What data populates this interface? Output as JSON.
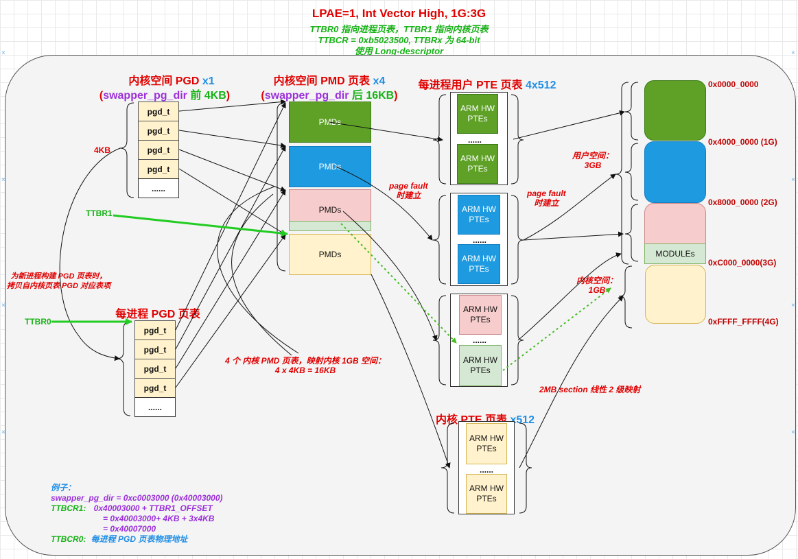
{
  "title": "LPAE=1, Int Vector High, 1G:3G",
  "subtitle_lines": [
    "TTBR0 指向进程页表，TTBR1 指向内核页表",
    "TTBCR = 0xb5023500, TTBRx 为 64-bit",
    "使用 Long-descriptor"
  ],
  "kernel_pgd": {
    "title_red": "内核空间 PGD",
    "title_blue": "x1",
    "sub_open": "(",
    "sub_purple": "swapper_pg_dir",
    "sub_green": " 前 4KB",
    "sub_close": ")",
    "size_label": "4KB",
    "entries": [
      "pgd_t",
      "pgd_t",
      "pgd_t",
      "pgd_t"
    ],
    "more": "......"
  },
  "kernel_pmd": {
    "title_red": "内核空间 PMD 页表",
    "title_blue": "x4",
    "sub_open": "(",
    "sub_purple": "swapper_pg_dir",
    "sub_green": " 后 16KB",
    "sub_close": ")",
    "blocks": [
      "PMDs",
      "PMDs",
      "PMDs",
      "PMDs"
    ]
  },
  "user_pte": {
    "title_red": "每进程用户 PTE 页表",
    "title_blue": "4x512",
    "groups": [
      {
        "top": "ARM HW PTEs",
        "bottom": "ARM HW PTEs",
        "dots": "......"
      },
      {
        "top": "ARM HW PTEs",
        "bottom": "ARM HW PTEs",
        "dots": "......"
      },
      {
        "top": "ARM HW PTEs",
        "bottom": "ARM HW PTEs",
        "dots": "......"
      }
    ]
  },
  "kernel_pte": {
    "title_red": "内核 PTE 页表",
    "title_blue": "x512",
    "top": "ARM HW PTEs",
    "bottom": "ARM HW PTEs",
    "dots": "......"
  },
  "process_pgd": {
    "title": "每进程 PGD 页表",
    "entries": [
      "pgd_t",
      "pgd_t",
      "pgd_t",
      "pgd_t"
    ],
    "more": "......"
  },
  "memory": {
    "addresses": [
      "0x0000_0000",
      "0x4000_0000 (1G)",
      "0x8000_0000 (2G)",
      "0xC000_0000(3G)",
      "0xFFFF_FFFF(4G)"
    ],
    "modules_label": "MODULEs",
    "user_space": [
      "用户空间：",
      "3GB"
    ],
    "kernel_space": [
      "内核空间：",
      "1GB"
    ]
  },
  "labels": {
    "ttbr1": "TTBR1",
    "ttbr0": "TTBR0",
    "pf_left": [
      "page fault",
      "时建立"
    ],
    "pf_right": [
      "page fault",
      "时建立"
    ],
    "copy_note": [
      "为新进程构建 PGD 页表时，",
      "拷贝自内核页表 PGD 对应表项"
    ],
    "pmd_note": [
      "4 个 内核 PMD 页表，映射内核 1GB 空间：",
      "4 x 4KB = 16KB"
    ],
    "section_note": "2MB section 线性 2 级映射"
  },
  "example": {
    "heading": "例子：",
    "line1": "swapper_pg_dir = 0xc0003000 (0x40003000)",
    "line2_label": "TTBCR1:",
    "line2_value": "0x40003000 + TTBR1_OFFSET",
    "line3": "= 0x40003000+ 4KB + 3x4KB",
    "line4": "= 0x40007000",
    "line5_label": "TTBCR0:",
    "line5_value": "每进程  PGD 页表物理地址"
  },
  "colors": {
    "title_red": "#e00000",
    "accent_green": "#17b217",
    "accent_blue": "#1f8ee6",
    "accent_purple": "#9b30d9",
    "block_green": "#5ea126",
    "block_blue": "#1e9be0",
    "block_pink": "#f7cccc",
    "block_light_green": "#d5e8d4",
    "block_cream": "#fff2cc"
  }
}
